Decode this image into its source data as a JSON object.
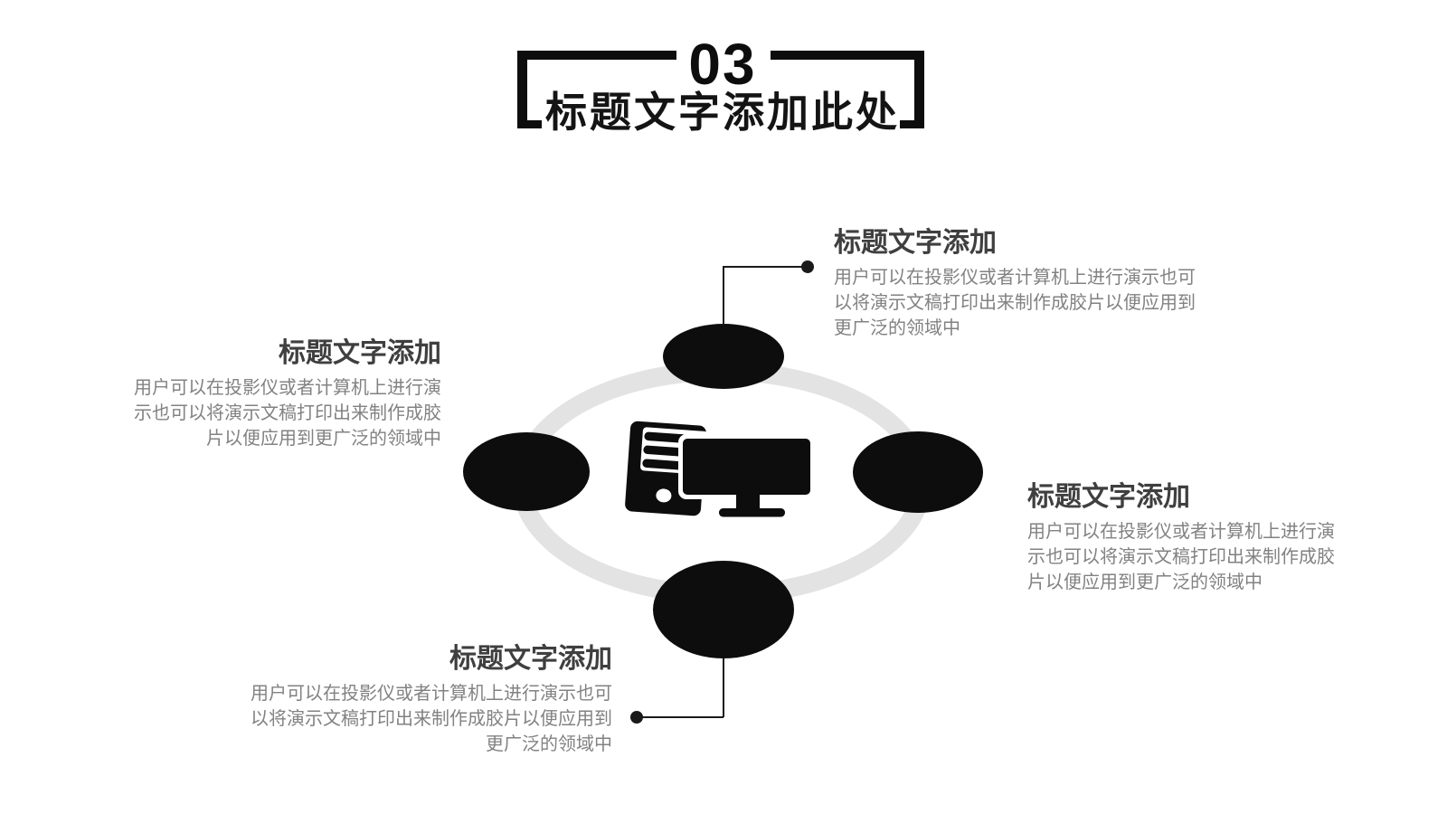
{
  "slide": {
    "background": "#ffffff",
    "accent_color": "#0d0d0d",
    "ring_color": "#e3e3e3",
    "node_color": "#0d0d0d",
    "block_title_color": "#3f3f3f",
    "block_body_color": "#828282"
  },
  "header": {
    "section_number": "03",
    "title": "标题文字添加此处"
  },
  "diagram": {
    "center_icon": "desktop-computer-icon",
    "nodes": [
      "top",
      "left",
      "right",
      "bottom"
    ]
  },
  "blocks": {
    "top": {
      "title": "标题文字添加",
      "body": "用户可以在投影仪或者计算机上进行演示也可\n以将演示文稿打印出来制作成胶片以便应用到\n更广泛的领域中"
    },
    "left": {
      "title": "标题文字添加",
      "body": "用户可以在投影仪或者计算机上进行演\n示也可以将演示文稿打印出来制作成胶\n片以便应用到更广泛的领域中"
    },
    "right": {
      "title": "标题文字添加",
      "body": "用户可以在投影仪或者计算机上进行演\n示也可以将演示文稿打印出来制作成胶\n片以便应用到更广泛的领域中"
    },
    "bottom": {
      "title": "标题文字添加",
      "body": "用户可以在投影仪或者计算机上进行演示也可\n以将演示文稿打印出来制作成胶片以便应用到\n更广泛的领域中"
    }
  }
}
